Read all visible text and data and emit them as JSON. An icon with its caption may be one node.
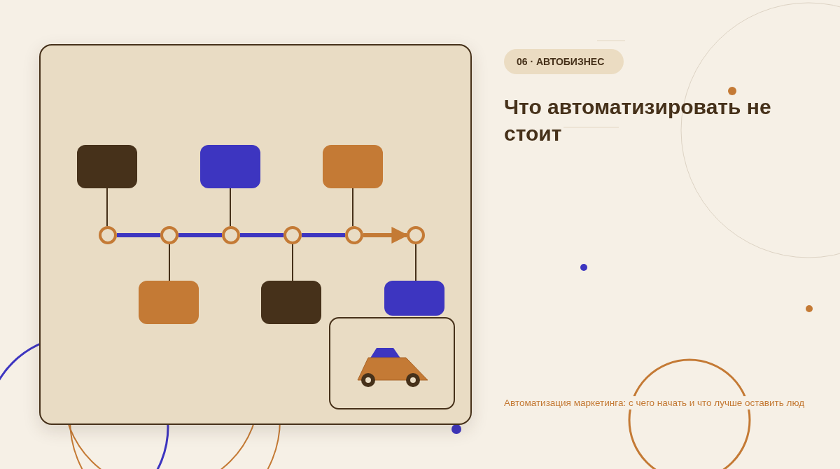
{
  "diagram": {
    "title": "Что автоматизировать не стоит",
    "nodes": [
      {
        "text": [],
        "shape": "box"
      },
      {
        "text": [],
        "shape": "box"
      },
      {
        "text": [],
        "shape": "box"
      },
      {
        "text": [],
        "shape": "circle"
      },
      {
        "text": [],
        "shape": "circle"
      },
      {
        "text": [],
        "shape": "circle"
      },
      {
        "text": [],
        "shape": "circle"
      },
      {
        "text": [],
        "shape": "circle"
      },
      {
        "text": [],
        "shape": "circle"
      },
      {
        "text": [],
        "shape": "box"
      },
      {
        "text": [],
        "shape": "box"
      },
      {
        "text": [],
        "shape": "box"
      }
    ],
    "edges": [
      {
        "from": 0,
        "to": 3,
        "arrow": "none"
      },
      {
        "from": 1,
        "to": 5,
        "arrow": "none"
      },
      {
        "from": 2,
        "to": 7,
        "arrow": "none"
      },
      {
        "from": 3,
        "to": 4,
        "arrow": "none",
        "style": "thick",
        "color": "#3d35c0"
      },
      {
        "from": 4,
        "to": 5,
        "arrow": "none",
        "style": "thick",
        "color": "#3d35c0"
      },
      {
        "from": 5,
        "to": 6,
        "arrow": "none",
        "style": "thick",
        "color": "#3d35c0"
      },
      {
        "from": 6,
        "to": 7,
        "arrow": "none",
        "style": "thick",
        "color": "#3d35c0"
      },
      {
        "from": 7,
        "to": 8,
        "arrow": "to",
        "style": "thick",
        "color": "#c47a35"
      },
      {
        "from": 4,
        "to": 9,
        "arrow": "none"
      },
      {
        "from": 6,
        "to": 10,
        "arrow": "none"
      },
      {
        "from": 8,
        "to": 11,
        "arrow": "none"
      }
    ],
    "labels": [
      "06 · АВТОБИЗНЕС",
      "Автоматизация маркетинга: с чего начать и что лучше оставить люд"
    ]
  }
}
